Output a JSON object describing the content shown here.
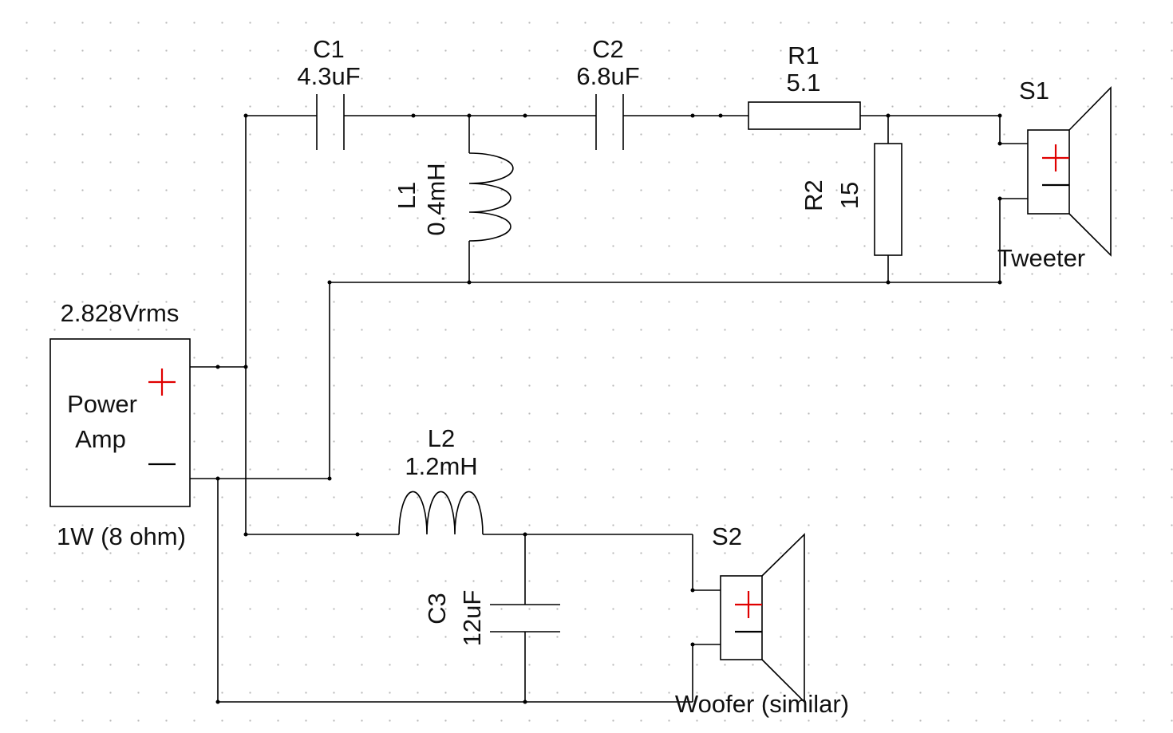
{
  "components": {
    "C1": {
      "name": "C1",
      "value": "4.3uF"
    },
    "C2": {
      "name": "C2",
      "value": "6.8uF"
    },
    "R1": {
      "name": "R1",
      "value": "5.1"
    },
    "R2": {
      "name": "R2",
      "value": "15"
    },
    "L1": {
      "name": "L1",
      "value": "0.4mH"
    },
    "L2": {
      "name": "L2",
      "value": "1.2mH"
    },
    "C3": {
      "name": "C3",
      "value": "12uF"
    },
    "S1": {
      "name": "S1",
      "caption": "Tweeter"
    },
    "S2": {
      "name": "S2",
      "caption": "Woofer (similar)"
    },
    "amp": {
      "voltage": "2.828Vrms",
      "label_line1": "Power",
      "label_line2": "Amp",
      "rating": "1W (8 ohm)"
    }
  },
  "colors": {
    "plus_sign": "#e00000",
    "wire": "#000000",
    "grid_dot": "#b8b8b8"
  }
}
